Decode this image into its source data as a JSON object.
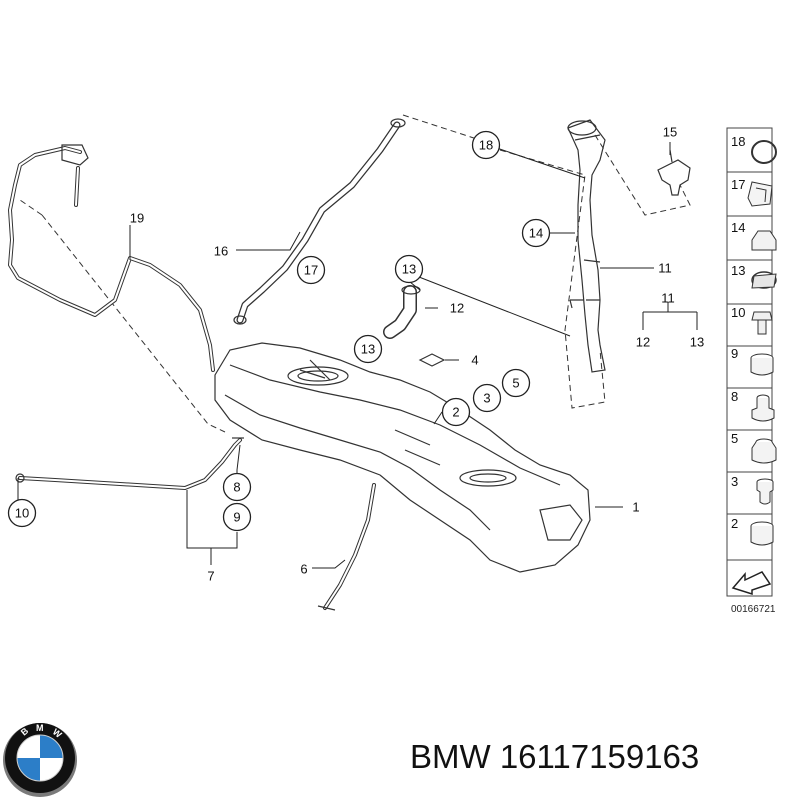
{
  "document_id": "00166721",
  "caption": "BMW 16117159163",
  "logo": {
    "letters": [
      "B",
      "M",
      "W"
    ],
    "colors": {
      "ring": "#111111",
      "blue": "#2c7ec8",
      "white": "#ffffff"
    }
  },
  "callouts": {
    "c1": "1",
    "c2": "2",
    "c3": "3",
    "c4": "4",
    "c5": "5",
    "c6": "6",
    "c7": "7",
    "c8": "8",
    "c9": "9",
    "c10": "10",
    "c11a": "11",
    "c11b": "11",
    "c12a": "12",
    "c12b": "12",
    "c13a": "13",
    "c13b": "13",
    "c13c": "13",
    "c14": "14",
    "c15": "15",
    "c16": "16",
    "c17": "17",
    "c18": "18",
    "c19": "19"
  },
  "sidebar": {
    "items": [
      {
        "num": "18",
        "icon": "o-ring-icon"
      },
      {
        "num": "17",
        "icon": "clip-icon"
      },
      {
        "num": "14",
        "icon": "nut-icon"
      },
      {
        "num": "13",
        "icon": "hose-clamp-icon"
      },
      {
        "num": "10",
        "icon": "bolt-icon"
      },
      {
        "num": "9",
        "icon": "grommet-icon"
      },
      {
        "num": "8",
        "icon": "bushing-icon"
      },
      {
        "num": "5",
        "icon": "grommet-icon"
      },
      {
        "num": "3",
        "icon": "bushing-icon"
      },
      {
        "num": "2",
        "icon": "grommet-icon"
      }
    ]
  }
}
